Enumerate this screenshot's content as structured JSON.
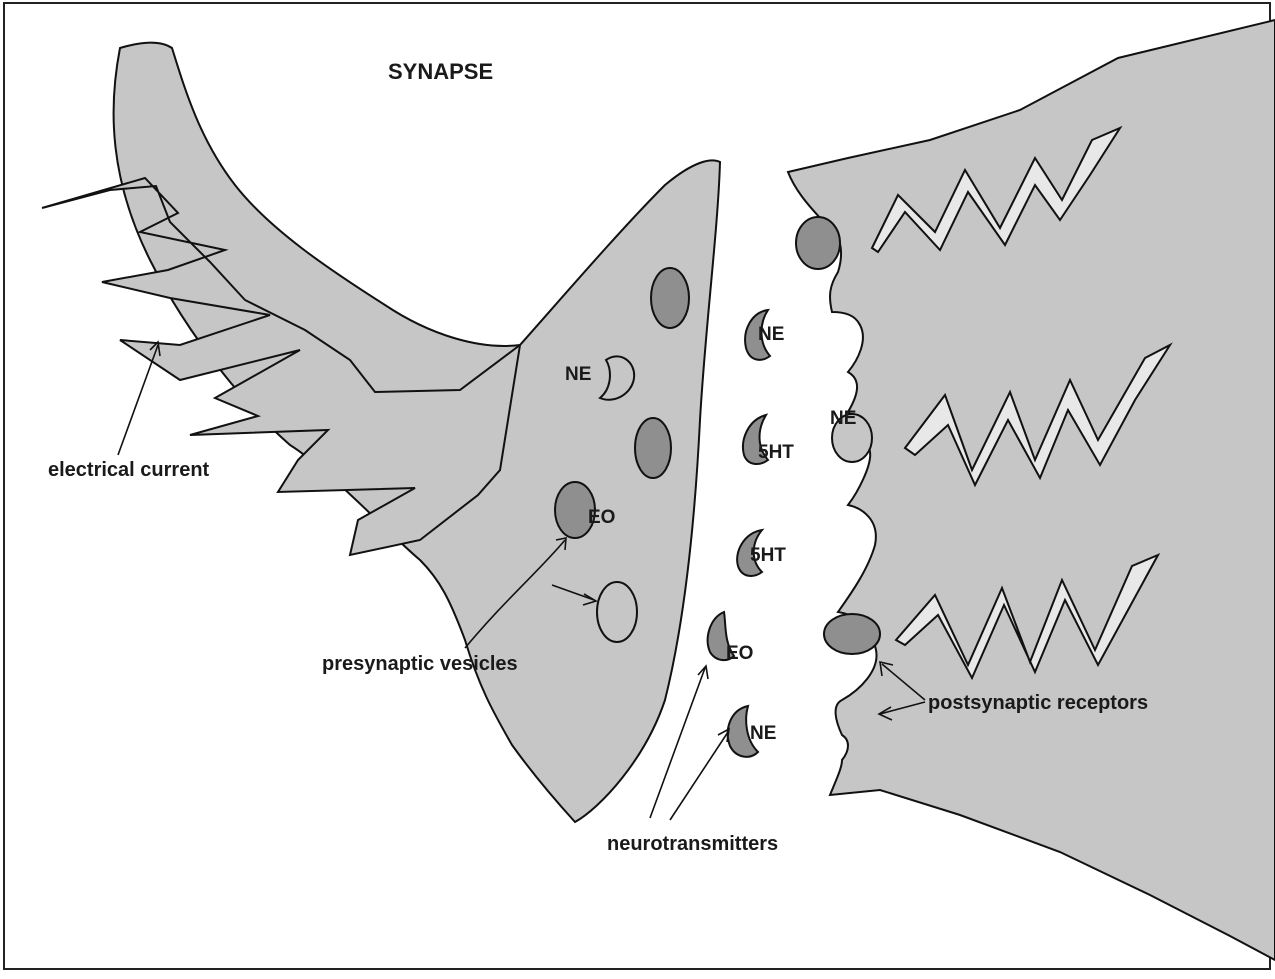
{
  "title": "SYNAPSE",
  "labels": {
    "electrical_current": "electrical current",
    "presynaptic_vesicles": "presynaptic vesicles",
    "neurotransmitters": "neurotransmitters",
    "postsynaptic_receptors": "postsynaptic receptors"
  },
  "vesicle_tags": {
    "ne": "NE",
    "eo": "EO"
  },
  "cleft_tags": {
    "ne_top": "NE",
    "ht_1": "5HT",
    "ht_2": "5HT",
    "eo": "EO",
    "ne_bottom": "NE"
  },
  "receptor_tags": {
    "ne": "NE"
  },
  "colors": {
    "membrane_fill": "#c6c6c6",
    "vesicle_fill": "#8f8f8f",
    "stroke": "#111111",
    "background": "#ffffff"
  }
}
